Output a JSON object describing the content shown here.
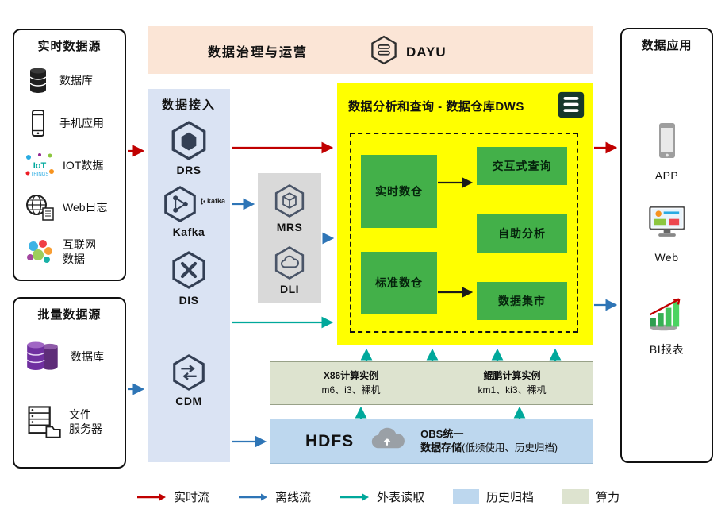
{
  "colors": {
    "realtime_flow": "#c00000",
    "offline_flow": "#2e75b6",
    "external_read": "#00a89b",
    "archive_fill": "#bdd7ee",
    "compute_fill": "#dde3cf",
    "dws_yellow": "#ffff00",
    "dws_green": "#43b049",
    "governance_bg": "#fbe5d6",
    "ingestion_bg": "#dae3f3",
    "processing_bg": "#d9d9d9"
  },
  "realtime_sources": {
    "title": "实时数据源",
    "items": [
      {
        "label": "数据库",
        "icon": "database-icon"
      },
      {
        "label": "手机应用",
        "icon": "phone-icon"
      },
      {
        "label": "IOT数据",
        "icon": "iot-icon"
      },
      {
        "label": "Web日志",
        "icon": "weblog-icon"
      },
      {
        "label": "互联网\n数据",
        "icon": "internet-data-icon"
      }
    ]
  },
  "batch_sources": {
    "title": "批量数据源",
    "items": [
      {
        "label": "数据库",
        "icon": "database-purple-icon"
      },
      {
        "label": "文件\n服务器",
        "icon": "file-server-icon"
      }
    ]
  },
  "governance": {
    "title": "数据治理与运营",
    "product": "DAYU",
    "icon": "dayu-icon"
  },
  "ingestion": {
    "title": "数据接入",
    "items": [
      {
        "label": "DRS",
        "icon": "drs-icon"
      },
      {
        "label": "Kafka",
        "icon": "kafka-icon",
        "badge": "kafka"
      },
      {
        "label": "DIS",
        "icon": "dis-icon"
      },
      {
        "label": "CDM",
        "icon": "cdm-icon"
      }
    ]
  },
  "processing": {
    "items": [
      {
        "label": "MRS",
        "icon": "mrs-icon"
      },
      {
        "label": "DLI",
        "icon": "dli-icon"
      }
    ]
  },
  "dws": {
    "title": "数据分析和查询 - 数据仓库DWS",
    "icon": "report-icon",
    "warehouses": [
      {
        "label": "实时数仓"
      },
      {
        "label": "标准数仓"
      }
    ],
    "services": [
      {
        "label": "交互式查询"
      },
      {
        "label": "自助分析"
      },
      {
        "label": "数据集市"
      }
    ]
  },
  "compute": {
    "x86": {
      "title": "X86计算实例",
      "spec": "m6、i3、裸机"
    },
    "kunpeng": {
      "title": "鲲鹏计算实例",
      "spec": "km1、ki3、裸机"
    }
  },
  "storage": {
    "hdfs": "HDFS",
    "obs": "OBS统一\n数据存储",
    "obs_note": "(低频使用、历史归档)",
    "icon": "cloud-icon"
  },
  "applications": {
    "title": "数据应用",
    "items": [
      {
        "label": "APP",
        "icon": "mobile-app-icon"
      },
      {
        "label": "Web",
        "icon": "web-browser-icon"
      },
      {
        "label": "BI报表",
        "icon": "bi-report-icon"
      }
    ]
  },
  "legend": {
    "items": [
      {
        "label": "实时流",
        "type": "arrow",
        "color": "#c00000"
      },
      {
        "label": "离线流",
        "type": "arrow",
        "color": "#2e75b6"
      },
      {
        "label": "外表读取",
        "type": "arrow",
        "color": "#00a89b"
      },
      {
        "label": "历史归档",
        "type": "swatch",
        "color": "#bdd7ee"
      },
      {
        "label": "算力",
        "type": "swatch",
        "color": "#dde3cf"
      }
    ]
  }
}
